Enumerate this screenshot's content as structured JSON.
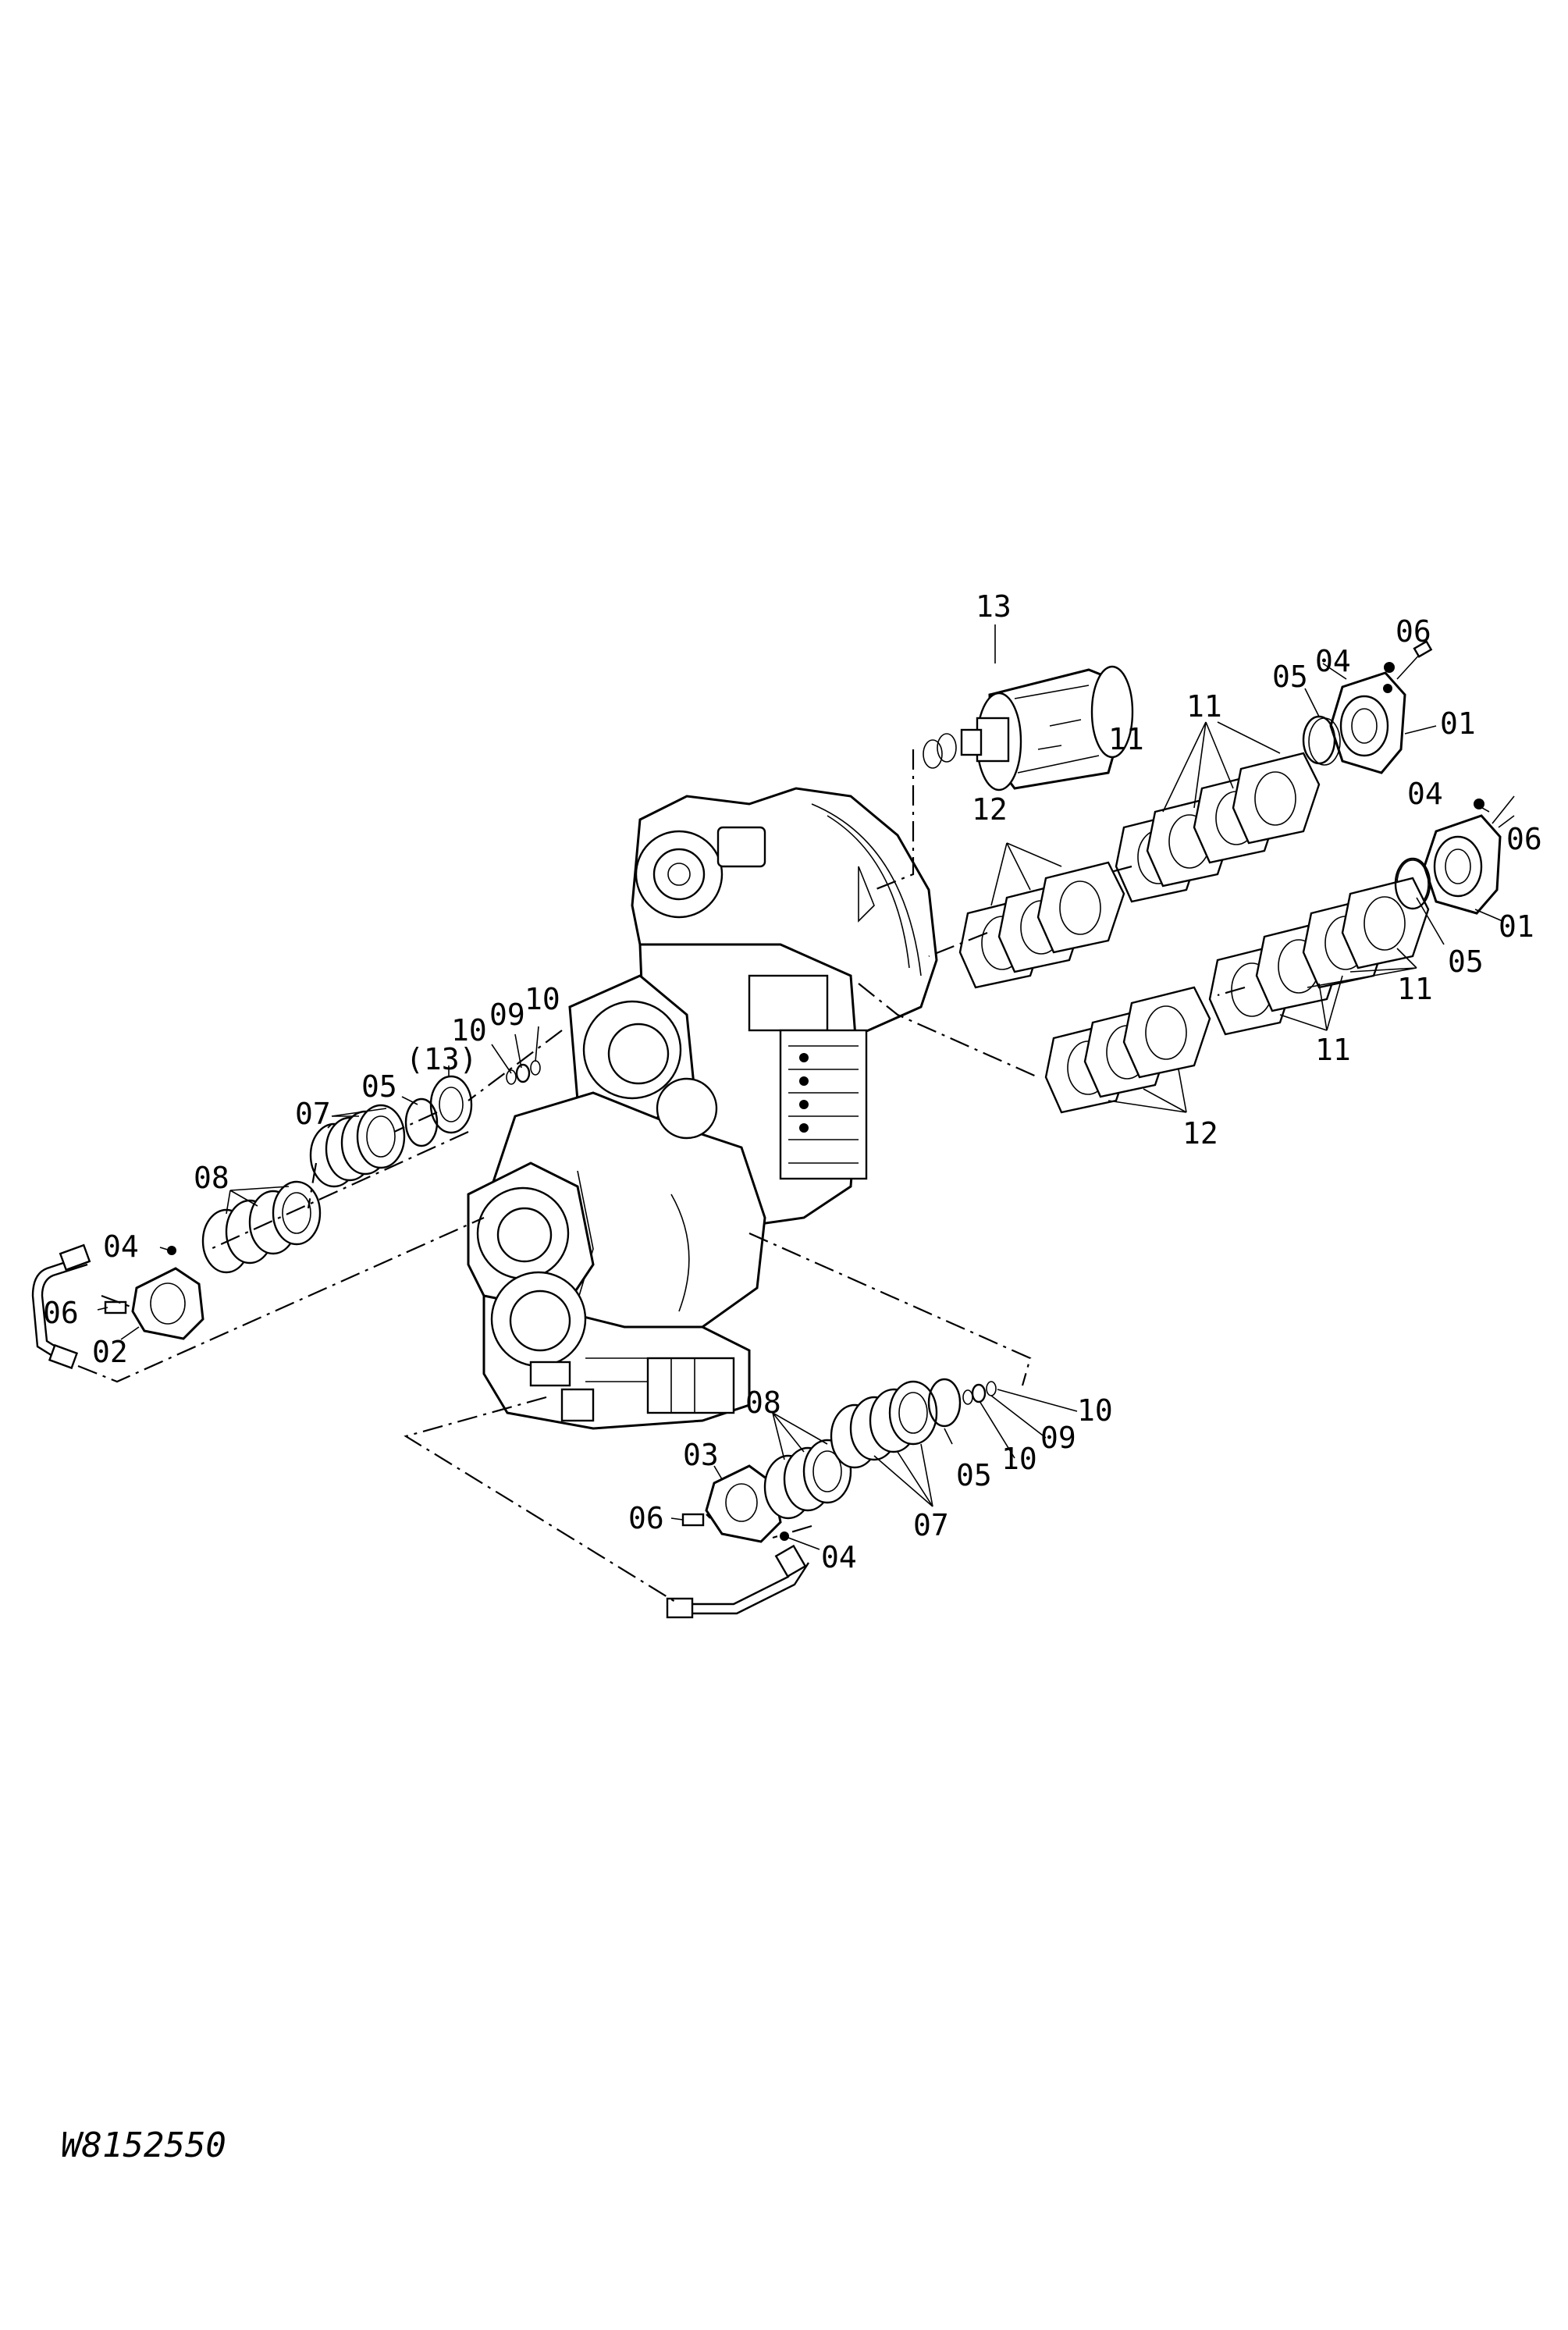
{
  "drawing_code": "W8152550",
  "labels": {
    "l13_top": "13",
    "l06_a": "06",
    "l04_a": "04",
    "l05_a": "05",
    "l11_a": "11",
    "l11_b": "11",
    "l01_a": "01",
    "l04_b": "04",
    "l06_b": "06",
    "l12_a": "12",
    "l01_b": "01",
    "l05_b": "05",
    "l11_c": "11",
    "l11_d": "11",
    "l12_b": "12",
    "l10_a": "10",
    "l09_a": "09",
    "l10_b": "10",
    "l13_paren": "(13)",
    "l05_c": "05",
    "l07_a": "07",
    "l08_a": "08",
    "l04_c": "04",
    "l06_c": "06",
    "l02": "02",
    "l08_b": "08",
    "l03": "03",
    "l06_d": "06",
    "l04_d": "04",
    "l05_d": "05",
    "l10_c": "10",
    "l09_b": "09",
    "l10_d": "10",
    "l07_b": "07"
  }
}
